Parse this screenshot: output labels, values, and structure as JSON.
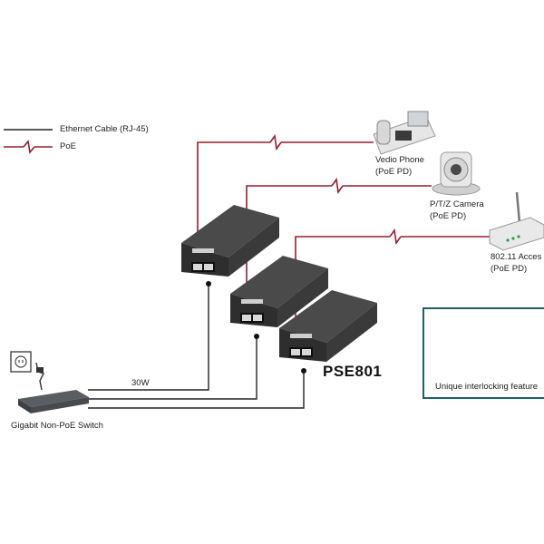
{
  "legend": {
    "ethernet_label": "Ethernet Cable (RJ-45)",
    "poe_label": "PoE"
  },
  "devices": {
    "phone": {
      "name": "Vedio Phone",
      "type": "(PoE PD)"
    },
    "camera": {
      "name": "P/T/Z Camera",
      "type": "(PoE PD)"
    },
    "access_point": {
      "name": "802.11 Acces",
      "type": "(PoE PD)"
    },
    "switch": {
      "name": "Gigabit Non-PoE Switch"
    }
  },
  "injectors": {
    "model": "PSE801"
  },
  "cable": {
    "power_label": "30W"
  },
  "feature": {
    "label": "Unique interlocking feature"
  },
  "colors": {
    "ethernet": "#222222",
    "poe": "#9b1c2e",
    "injector_body": "#3a3a3a",
    "feature_border": "#1f5f63",
    "arrow": "#3f8fc9"
  }
}
